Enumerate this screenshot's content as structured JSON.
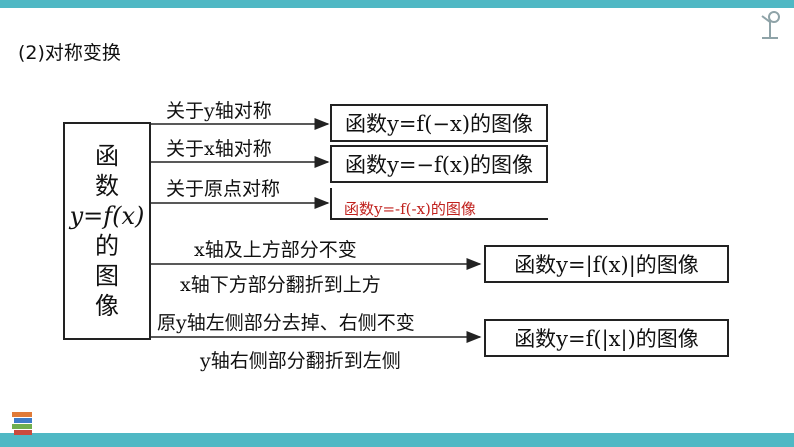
{
  "heading": "(2)对称变换",
  "left_box": {
    "lines": [
      "函",
      "数",
      "y=f(x)",
      "的",
      "图",
      "像"
    ]
  },
  "branches": [
    {
      "label": "关于y轴对称",
      "result": "函数y=f(−x)的图像"
    },
    {
      "label": "关于x轴对称",
      "result": "函数y=−f(x)的图像"
    },
    {
      "label": "关于原点对称",
      "result": "函数y=-f(-x)的图像"
    },
    {
      "label_top": "x轴及上方部分不变",
      "label_bottom": "x轴下方部分翻折到上方",
      "result": "函数y=|f(x)|的图像"
    },
    {
      "label_top": "原y轴左侧部分去掉、右侧不变",
      "label_bottom": "y轴右侧部分翻折到左侧",
      "result": "函数y=f(|x|)的图像"
    }
  ],
  "colors": {
    "accent": "#4fb8c4",
    "answer_red": "#c0211d"
  },
  "icons": [
    "desk-lamp-icon",
    "books-icon"
  ]
}
